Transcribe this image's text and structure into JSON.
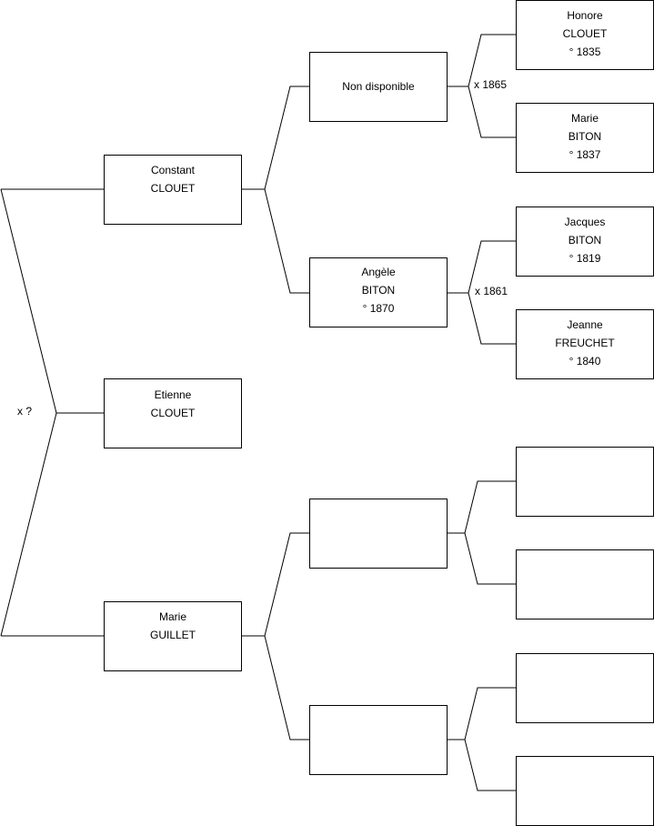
{
  "colors": {
    "line": "#000000",
    "box_border": "#000000",
    "background": "#ffffff"
  },
  "marriages": {
    "root": "x ?",
    "gen3_a": "x 1865",
    "gen3_b": "x 1861"
  },
  "persons": {
    "constant": {
      "first": "Constant",
      "last": "CLOUET"
    },
    "etienne": {
      "first": "Etienne",
      "last": "CLOUET"
    },
    "marie_guillet": {
      "first": "Marie",
      "last": "GUILLET"
    },
    "non_disponible": {
      "text": "Non disponible"
    },
    "angele": {
      "first": "Angèle",
      "last": "BITON",
      "birth": "° 1870"
    },
    "honore": {
      "first": "Honore",
      "last": "CLOUET",
      "birth": "° 1835"
    },
    "marie_biton": {
      "first": "Marie",
      "last": "BITON",
      "birth": "° 1837"
    },
    "jacques": {
      "first": "Jacques",
      "last": "BITON",
      "birth": "° 1819"
    },
    "jeanne": {
      "first": "Jeanne",
      "last": "FREUCHET",
      "birth": "° 1840"
    }
  }
}
